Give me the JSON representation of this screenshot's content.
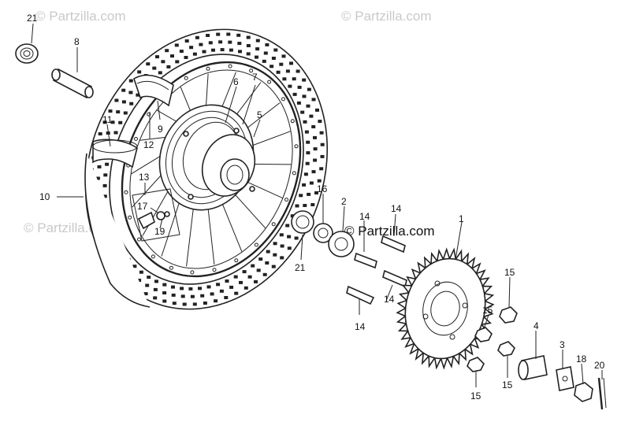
{
  "watermarks": {
    "top_center": "© Partzilla.com",
    "top_right": "© Partzilla.com",
    "mid_left": "© Partzilla.com",
    "center": "© Partzilla.com"
  },
  "callouts": {
    "c1": "1",
    "c2": "2",
    "c3": "3",
    "c4": "4",
    "c5": "5",
    "c6": "6",
    "c7": "7",
    "c8": "8",
    "c9": "9",
    "c10": "10",
    "c11": "11",
    "c12": "12",
    "c13": "13",
    "c14a": "14",
    "c14b": "14",
    "c14c": "14",
    "c14d": "14",
    "c15a": "15",
    "c15b": "15",
    "c15c": "15",
    "c15d": "15",
    "c16": "16",
    "c17": "17",
    "c18": "18",
    "c19": "19",
    "c20": "20",
    "c21a": "21",
    "c21b": "21"
  },
  "colors": {
    "ink": "#222222",
    "watermark": "#c9c9c9",
    "paper": "#ffffff"
  }
}
